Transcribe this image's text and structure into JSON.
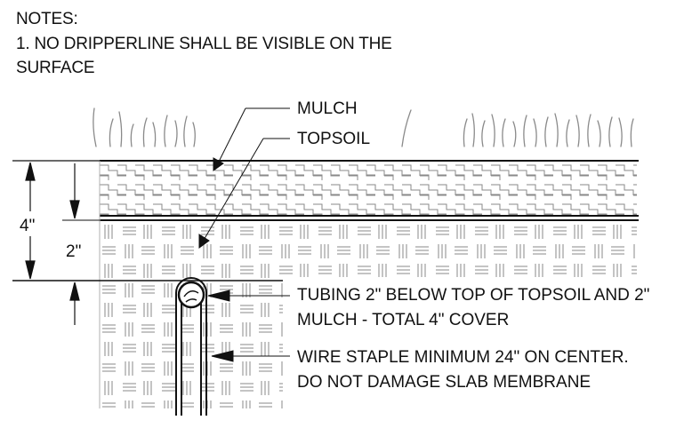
{
  "notes": {
    "heading": "NOTES:",
    "line1": "1.  NO DRIPPERLINE SHALL BE VISIBLE ON THE",
    "line2": "SURFACE"
  },
  "callouts": {
    "mulch": "MULCH",
    "topsoil": "TOPSOIL",
    "tubing_line1": "TUBING 2\" BELOW TOP OF TOPSOIL AND 2\"",
    "tubing_line2": "MULCH - TOTAL 4\" COVER",
    "staple_line1": "WIRE STAPLE MINIMUM 24\" ON CENTER.",
    "staple_line2": "DO NOT DAMAGE SLAB MEMBRANE"
  },
  "dimensions": {
    "total": "4\"",
    "topsoil": "2\""
  },
  "colors": {
    "ink": "#111111",
    "hatch": "#8a8a8a"
  }
}
